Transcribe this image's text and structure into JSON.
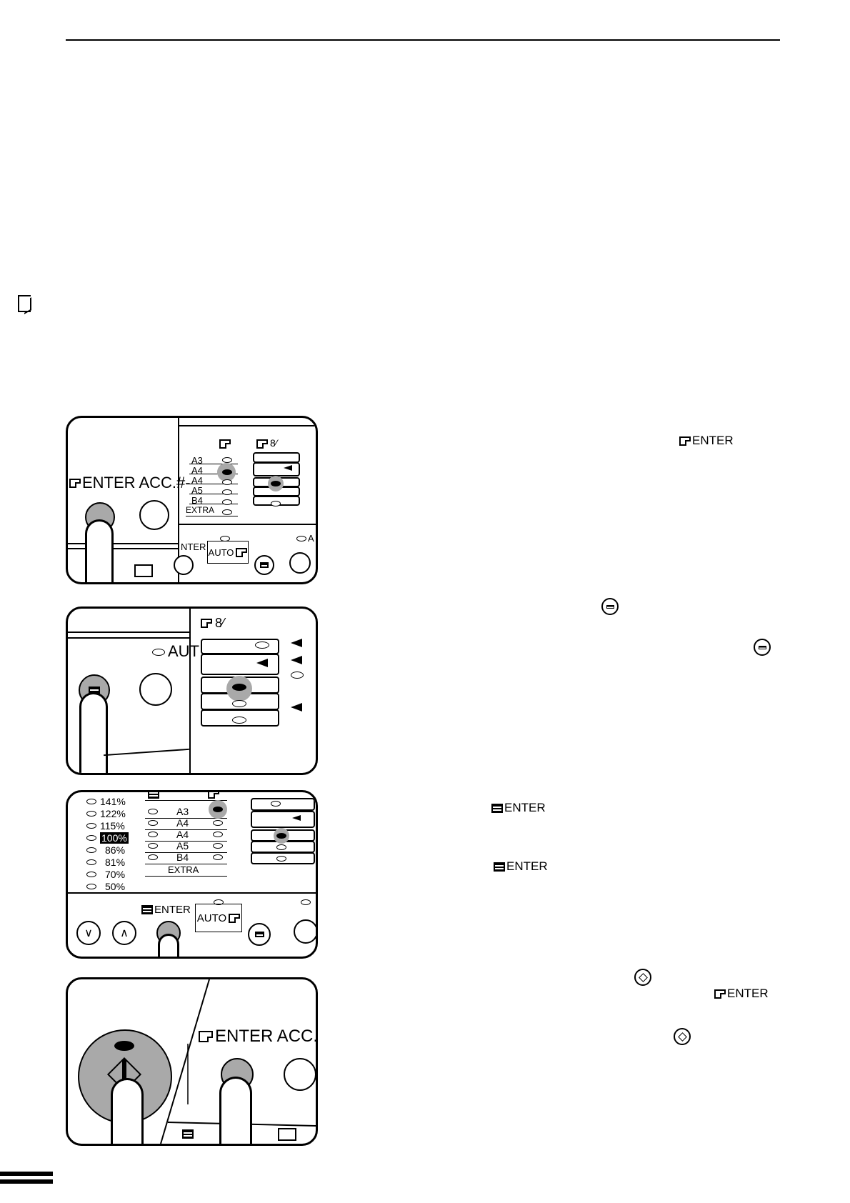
{
  "page": {
    "corner_icon": "document-corner-icon"
  },
  "panel1": {
    "enter_acc_label": "ENTER ACC.#-",
    "size_labels": [
      "A3",
      "A4",
      "A4",
      "A5",
      "B4",
      "EXTRA"
    ],
    "bottom_enter": "NTER",
    "auto_label": "AUTO",
    "edge_letter": "A"
  },
  "panel2": {
    "auto_label": "AUT"
  },
  "panel3": {
    "ratios": [
      "141%",
      "122%",
      "115%",
      "100%",
      "86%",
      "81%",
      "70%",
      "50%"
    ],
    "size_labels": [
      "A3",
      "A4",
      "A4",
      "A5",
      "B4",
      "EXTRA"
    ],
    "enter_label": "ENTER",
    "auto_label": "AUTO"
  },
  "panel4": {
    "enter_acc_label": "ENTER ACC.#"
  },
  "text_symbols": {
    "step1_enter": "ENTER",
    "step3_enter_a": "ENTER",
    "step3_enter_b": "ENTER",
    "step4_enter": "ENTER"
  }
}
